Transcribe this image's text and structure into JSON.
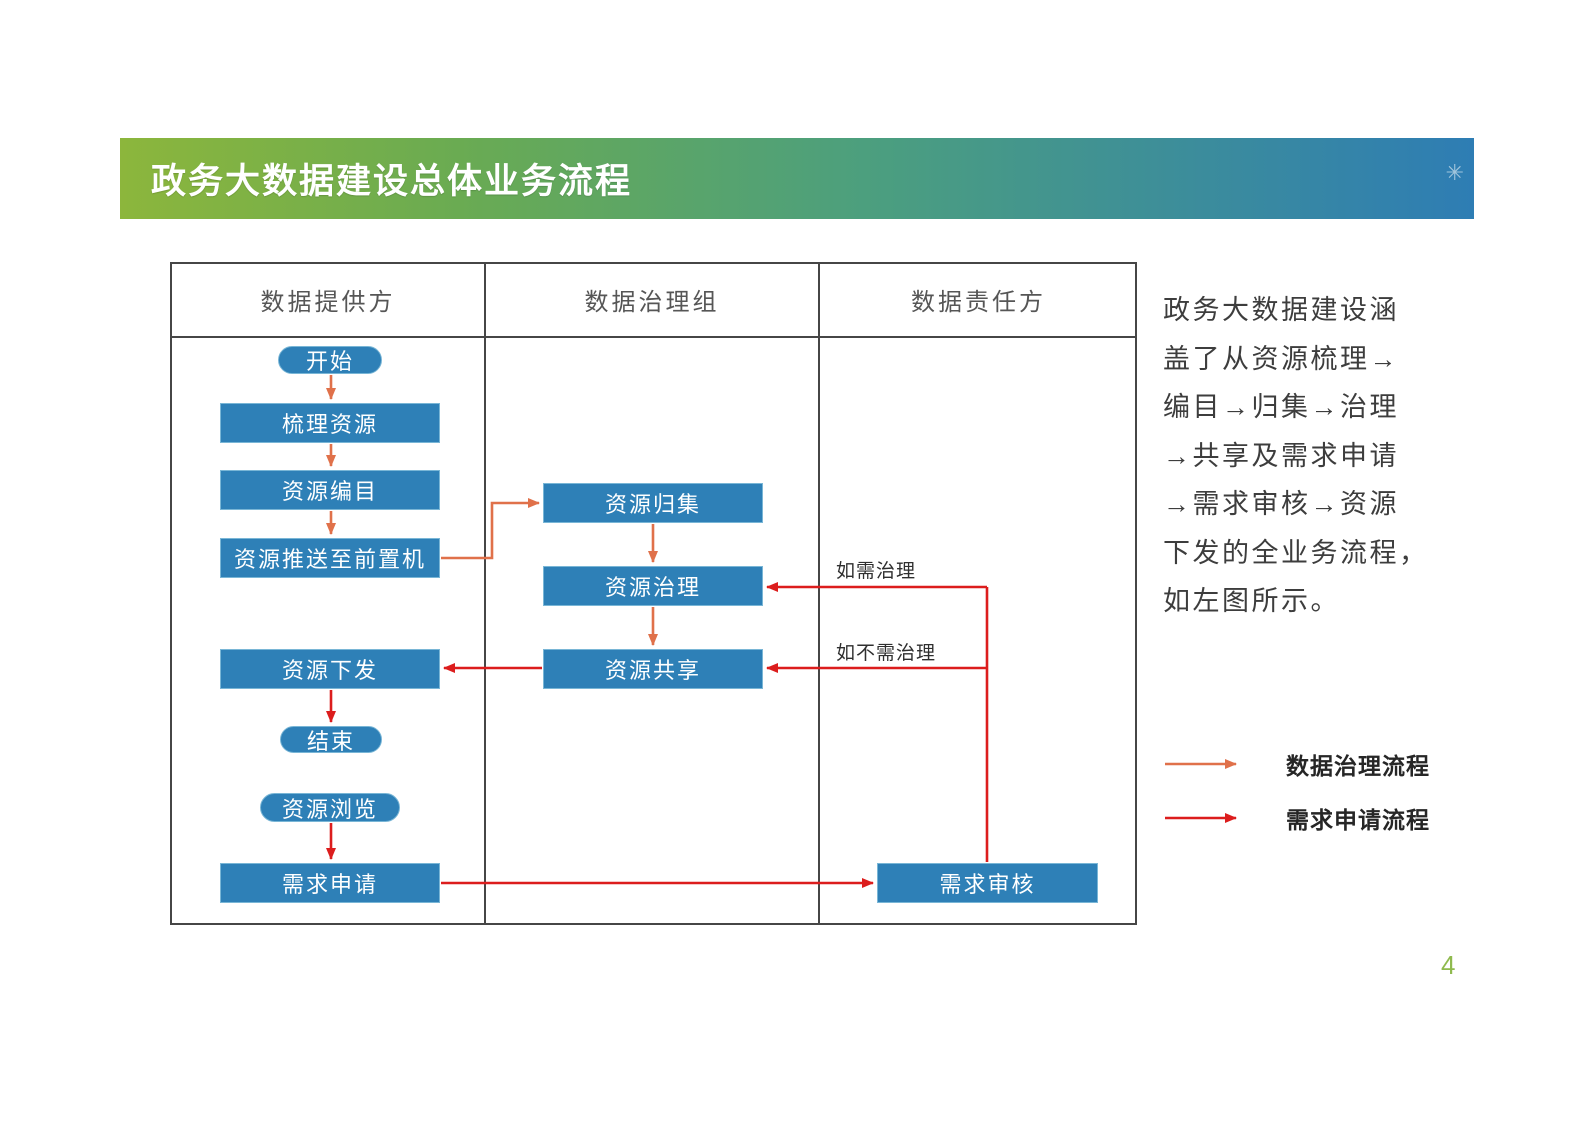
{
  "banner": {
    "title": "政务大数据建设总体业务流程",
    "logo_mark": "✳"
  },
  "diagram": {
    "lanes": [
      {
        "label": "数据提供方"
      },
      {
        "label": "数据治理组"
      },
      {
        "label": "数据责任方"
      }
    ],
    "nodes": [
      {
        "id": "start",
        "label": "开始"
      },
      {
        "id": "organize-resources",
        "label": "梳理资源"
      },
      {
        "id": "resource-catalog",
        "label": "资源编目"
      },
      {
        "id": "push-to-front-machine",
        "label": "资源推送至前置机"
      },
      {
        "id": "resource-collection",
        "label": "资源归集"
      },
      {
        "id": "resource-governance",
        "label": "资源治理"
      },
      {
        "id": "resource-sharing",
        "label": "资源共享"
      },
      {
        "id": "resource-distribution",
        "label": "资源下发"
      },
      {
        "id": "end",
        "label": "结束"
      },
      {
        "id": "resource-browse",
        "label": "资源浏览"
      },
      {
        "id": "demand-application",
        "label": "需求申请"
      },
      {
        "id": "demand-review",
        "label": "需求审核"
      }
    ],
    "edge_labels": [
      {
        "label": "如需治理"
      },
      {
        "label": "如不需治理"
      }
    ],
    "colors": {
      "node_fill": "#2E80B7",
      "governance_flow": "#E0714A",
      "request_flow": "#DC1D1D",
      "table_border": "#464646"
    }
  },
  "note": {
    "lines": [
      "政务大数据建设涵",
      "盖了从资源梳理→",
      "编目→归集→治理",
      "→共享及需求申请",
      "→需求审核→资源",
      "下发的全业务流程，",
      "如左图所示。"
    ]
  },
  "legend": {
    "items": [
      {
        "label": "数据治理流程",
        "color": "#E0714A"
      },
      {
        "label": "需求申请流程",
        "color": "#DC1D1D"
      }
    ]
  },
  "page_number": "4"
}
